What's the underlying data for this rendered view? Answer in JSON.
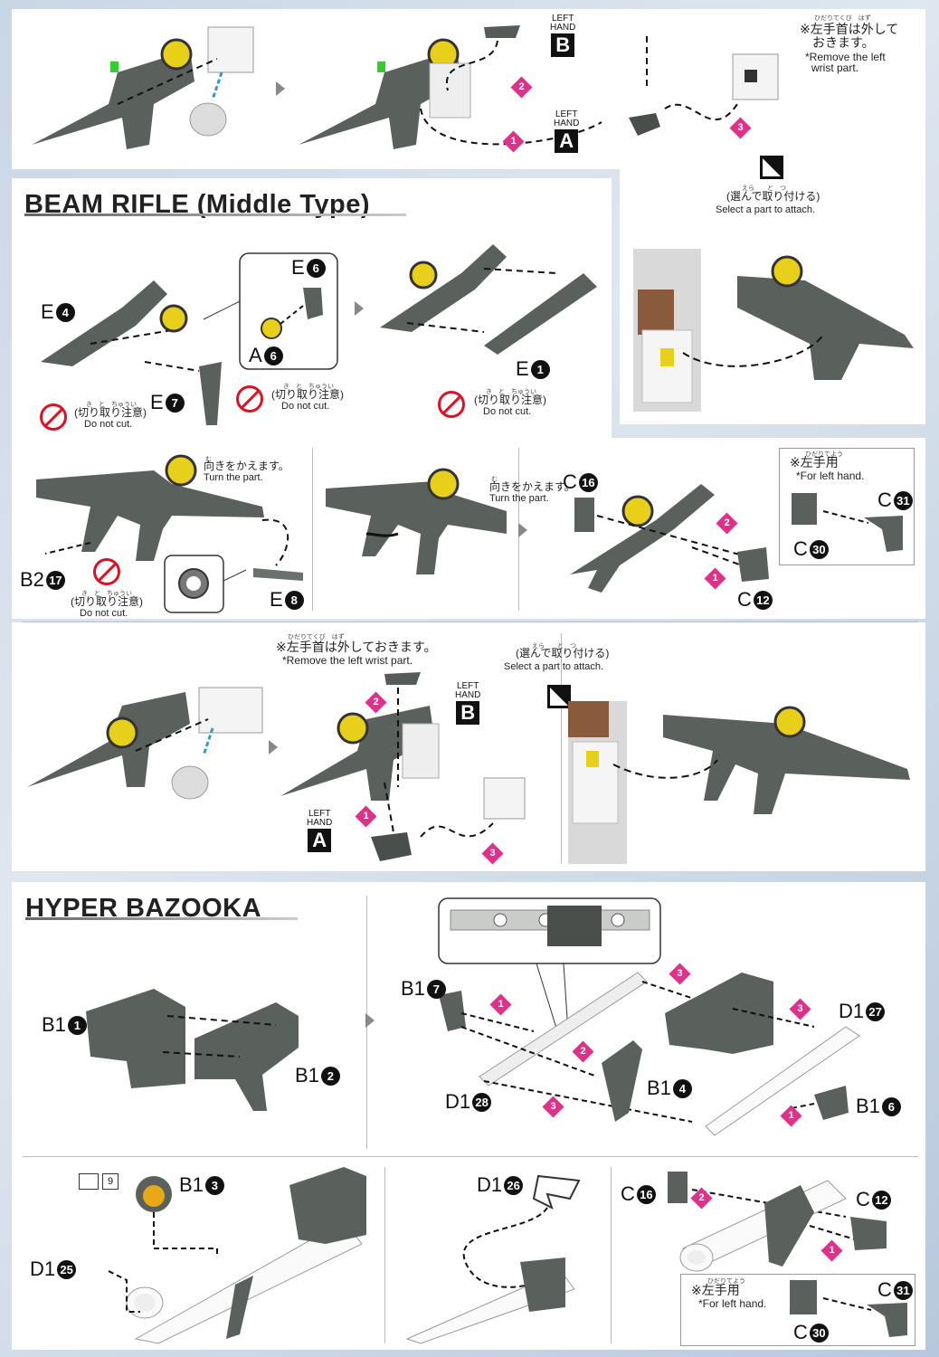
{
  "top": {
    "left_hand_b": {
      "line1": "LEFT",
      "line2": "HAND",
      "letter": "B"
    },
    "left_hand_a": {
      "line1": "LEFT",
      "line2": "HAND",
      "letter": "A"
    },
    "note_ruby": "ひだりてくび　はず",
    "note_jp1": "※左手首は外して",
    "note_jp2": "おきます。",
    "note_en1": "*Remove the left",
    "note_en2": "wrist part.",
    "steps": [
      "2",
      "1",
      "3"
    ],
    "select_ruby": "えら　　と　つ",
    "select_jp": "(選んで取り付ける)",
    "select_en": "Select a part to attach."
  },
  "beam": {
    "title": "BEAM RIFLE (Middle Type)",
    "parts": {
      "e4": {
        "letter": "E",
        "num": "4"
      },
      "e6": {
        "letter": "E",
        "num": "6"
      },
      "a6": {
        "letter": "A",
        "num": "6"
      },
      "e7": {
        "letter": "E",
        "num": "7"
      },
      "e1": {
        "letter": "E",
        "num": "1"
      }
    },
    "nocut_ruby": "き　と　ちゅうい",
    "nocut_jp": "(切り取り注意)",
    "nocut_en": "Do not cut."
  },
  "beam2": {
    "turn_ruby": "む",
    "turn_jp": "向きをかえます。",
    "turn_en": "Turn the part.",
    "parts": {
      "b217": {
        "letter": "B2",
        "num": "17"
      },
      "e8": {
        "letter": "E",
        "num": "8"
      },
      "c16": {
        "letter": "C",
        "num": "16"
      },
      "c12": {
        "letter": "C",
        "num": "12"
      },
      "c31": {
        "letter": "C",
        "num": "31"
      },
      "c30": {
        "letter": "C",
        "num": "30"
      }
    },
    "left_ruby": "ひだりてよう",
    "left_jp": "※左手用",
    "left_en": "*For left hand.",
    "steps": [
      "2",
      "1"
    ]
  },
  "beam3": {
    "note_ruby": "ひだりてくび　はず",
    "note_jp": "※左手首は外しておきます。",
    "note_en": "*Remove the left wrist part.",
    "select_ruby": "えら　　と　つ",
    "select_jp": "(選んで取り付ける)",
    "select_en": "Select a part to attach.",
    "left_hand_b": {
      "line1": "LEFT",
      "line2": "HAND",
      "letter": "B"
    },
    "left_hand_a": {
      "line1": "LEFT",
      "line2": "HAND",
      "letter": "A"
    },
    "steps": [
      "2",
      "1",
      "3"
    ]
  },
  "bazooka": {
    "title": "HYPER BAZOOKA",
    "parts": {
      "b11": {
        "letter": "B1",
        "num": "1"
      },
      "b12": {
        "letter": "B1",
        "num": "2"
      },
      "b17": {
        "letter": "B1",
        "num": "7"
      },
      "d127": {
        "letter": "D1",
        "num": "27"
      },
      "b14": {
        "letter": "B1",
        "num": "4"
      },
      "d128": {
        "letter": "D1",
        "num": "28"
      },
      "b16": {
        "letter": "B1",
        "num": "6"
      },
      "b13": {
        "letter": "B1",
        "num": "3"
      },
      "d125": {
        "letter": "D1",
        "num": "25"
      },
      "d126": {
        "letter": "D1",
        "num": "26"
      },
      "c16": {
        "letter": "C",
        "num": "16"
      },
      "c12": {
        "letter": "C",
        "num": "12"
      },
      "c31": {
        "letter": "C",
        "num": "31"
      },
      "c30": {
        "letter": "C",
        "num": "30"
      }
    },
    "sticker_num": "9",
    "left_ruby": "ひだりてよう",
    "left_jp": "※左手用",
    "left_en": "*For left hand.",
    "steps": [
      "1",
      "2",
      "3",
      "3",
      "3",
      "1",
      "2",
      "1"
    ]
  },
  "colors": {
    "accent_pink": "#e0318a",
    "part_gray": "#555c57",
    "part_yellow": "#e8cf1a",
    "nocut_red": "#d12222"
  }
}
